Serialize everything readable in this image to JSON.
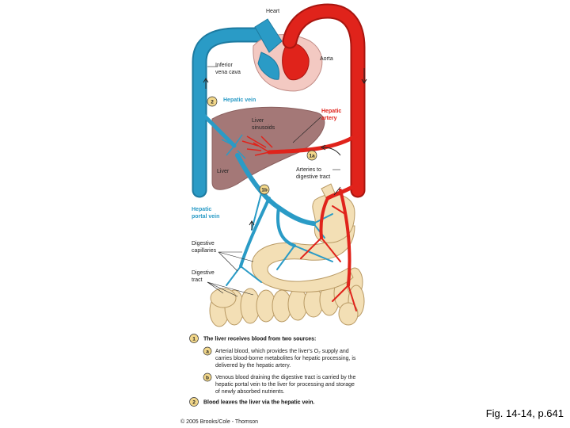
{
  "labels": {
    "heart": "Heart",
    "aorta": "Aorta",
    "ivc1": "Inferior",
    "ivc2": "vena cava",
    "hepatic_vein": "Hepatic vein",
    "hepatic_artery1": "Hepatic",
    "hepatic_artery2": "artery",
    "liver_sinusoids1": "Liver",
    "liver_sinusoids2": "sinusoids",
    "liver": "Liver",
    "arteries_dt1": "Arteries to",
    "arteries_dt2": "digestive tract",
    "portal1": "Hepatic",
    "portal2": "portal vein",
    "dig_cap1": "Digestive",
    "dig_cap2": "capillaries",
    "dig_tract1": "Digestive",
    "dig_tract2": "tract"
  },
  "badges": {
    "b2": "2",
    "b1a": "1a",
    "b1b": "1b"
  },
  "caption": {
    "n1": "1",
    "line1": "The liver receives blood from two sources:",
    "a": "a",
    "a1": "Arterial blood, which provides the liver's O₂ supply and",
    "a2": "carries blood-borne metabolites for hepatic processing, is",
    "a3": "delivered by the hepatic artery.",
    "b": "b",
    "b1": "Venous blood draining the digestive tract is carried by the",
    "b2": "hepatic portal vein to the liver for processing  and storage",
    "b3": "of newly absorbed nutrients.",
    "n2": "2",
    "line2": "Blood leaves the liver via the hepatic vein."
  },
  "copyright": "© 2005 Brooks/Cole - Thomson",
  "figure_ref": "Fig. 14-14, p.641",
  "colors": {
    "vein": "#2a9bc6",
    "artery": "#e0231b",
    "liver": "#a47877",
    "tract": "#f3dfb5"
  }
}
